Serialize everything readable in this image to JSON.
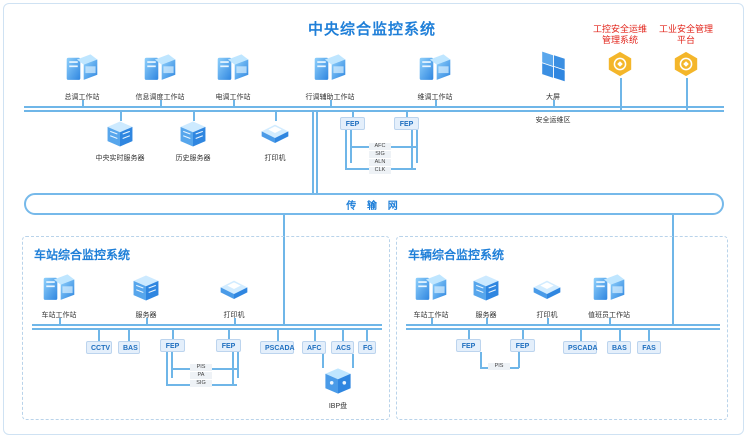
{
  "colors": {
    "accent": "#1f7fd8",
    "line": "#6fb6e8",
    "alert": "#e2231a",
    "hex_icon": "#f4b62a"
  },
  "central": {
    "title": "中央综合监控系统",
    "workstations": [
      "总调工作站",
      "信息调度工作站",
      "电调工作站",
      "行调辅助工作站",
      "维调工作站"
    ],
    "big_screen": "大屏",
    "security_zone": "安全运维区",
    "servers": [
      "中央实时服务器",
      "历史服务器"
    ],
    "printer": "打印机",
    "fep": [
      "FEP",
      "FEP"
    ],
    "sub_systems": [
      "AFC",
      "SIG",
      "ALN",
      "CLK"
    ],
    "security_ops": "工控安全运维\n管理系统",
    "industrial_security": "工业安全管理\n平台"
  },
  "network": {
    "label": "传 输 网"
  },
  "station": {
    "title": "车站综合监控系统",
    "workstation": "车站工作站",
    "server": "服务器",
    "printer": "打印机",
    "boxes": [
      "CCTV",
      "BAS"
    ],
    "fep": [
      "FEP",
      "FEP"
    ],
    "sub_systems": [
      "PIS",
      "PA",
      "SIG"
    ],
    "right_boxes": [
      "PSCADA",
      "AFC",
      "ACS",
      "FG"
    ],
    "ibp": "IBP盘"
  },
  "vehicle": {
    "title": "车辆综合监控系统",
    "workstation": "车站工作站",
    "server": "服务器",
    "printer": "打印机",
    "duty_ws": "值班员工作站",
    "fep": [
      "FEP",
      "FEP"
    ],
    "sub_systems": [
      "PIS"
    ],
    "right_boxes": [
      "PSCADA",
      "BAS",
      "FAS"
    ]
  }
}
